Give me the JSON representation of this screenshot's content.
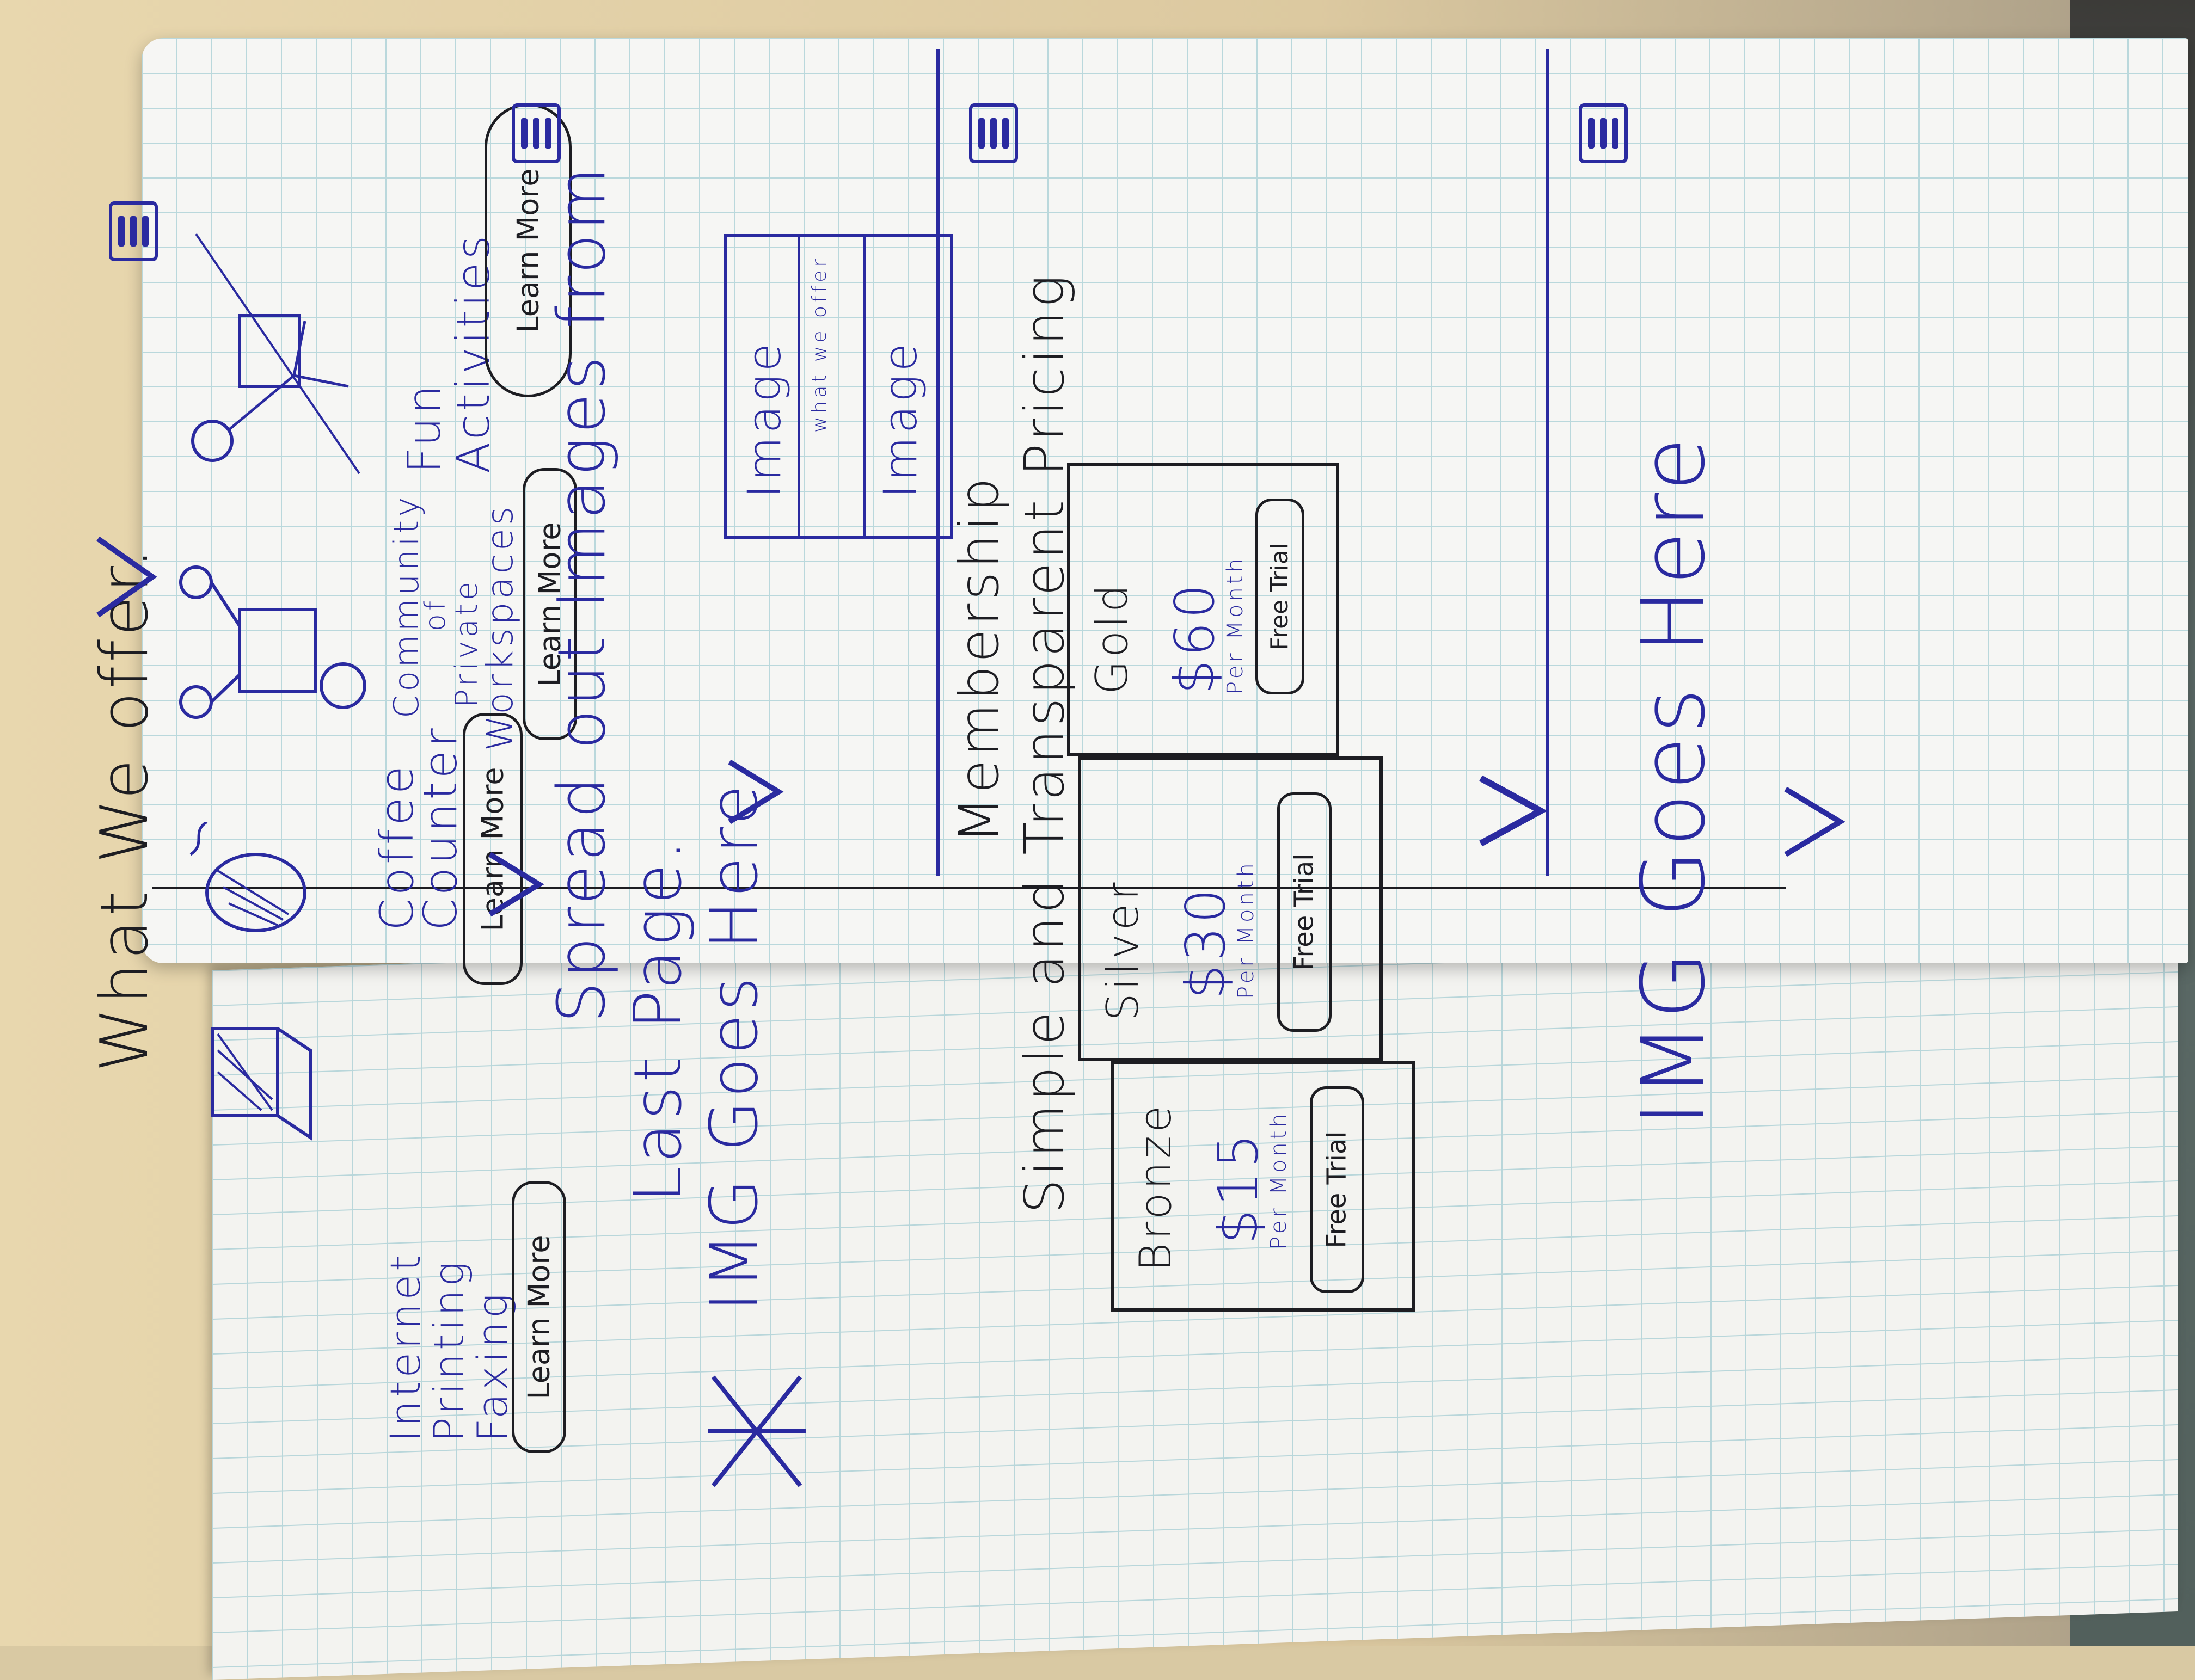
{
  "sketch": {
    "section_offer": {
      "heading": "What We offer.",
      "services": [
        {
          "label_lines": [
            "Internet",
            "Printing",
            "Faxing"
          ],
          "button": "Learn More"
        },
        {
          "label_lines": [
            "Coffee",
            "Counter"
          ],
          "button": "Learn More"
        },
        {
          "label_lines": [
            "Community",
            "of",
            "Private",
            "Workspaces"
          ],
          "button": "Learn More"
        },
        {
          "label_lines": [
            "Fun",
            "Activities"
          ],
          "button": "Learn More"
        }
      ]
    },
    "section_images": {
      "text_lines": [
        "Spread out Images from",
        "Last Page."
      ],
      "image_caption": "IMG Goes Here",
      "image_stack": [
        "Image",
        "what we offer",
        "Image"
      ]
    },
    "section_membership": {
      "heading_lines": [
        "Membership",
        "Simple and Transparent Pricing"
      ],
      "tiers": [
        {
          "name": "Bronze",
          "price": "$15",
          "period": "Per Month",
          "button": "Free Trial"
        },
        {
          "name": "Silver",
          "price": "$30",
          "period": "Per Month",
          "button": "Free Trial"
        },
        {
          "name": "Gold",
          "price": "$60",
          "period": "Per Month",
          "button": "Free Trial"
        }
      ]
    },
    "section_footer": {
      "image_caption": "IMG Goes Here"
    }
  },
  "colors": {
    "blue_ink": "#2a2aa0",
    "black_ink": "#1d1d22",
    "grid": "#bad8dc"
  }
}
